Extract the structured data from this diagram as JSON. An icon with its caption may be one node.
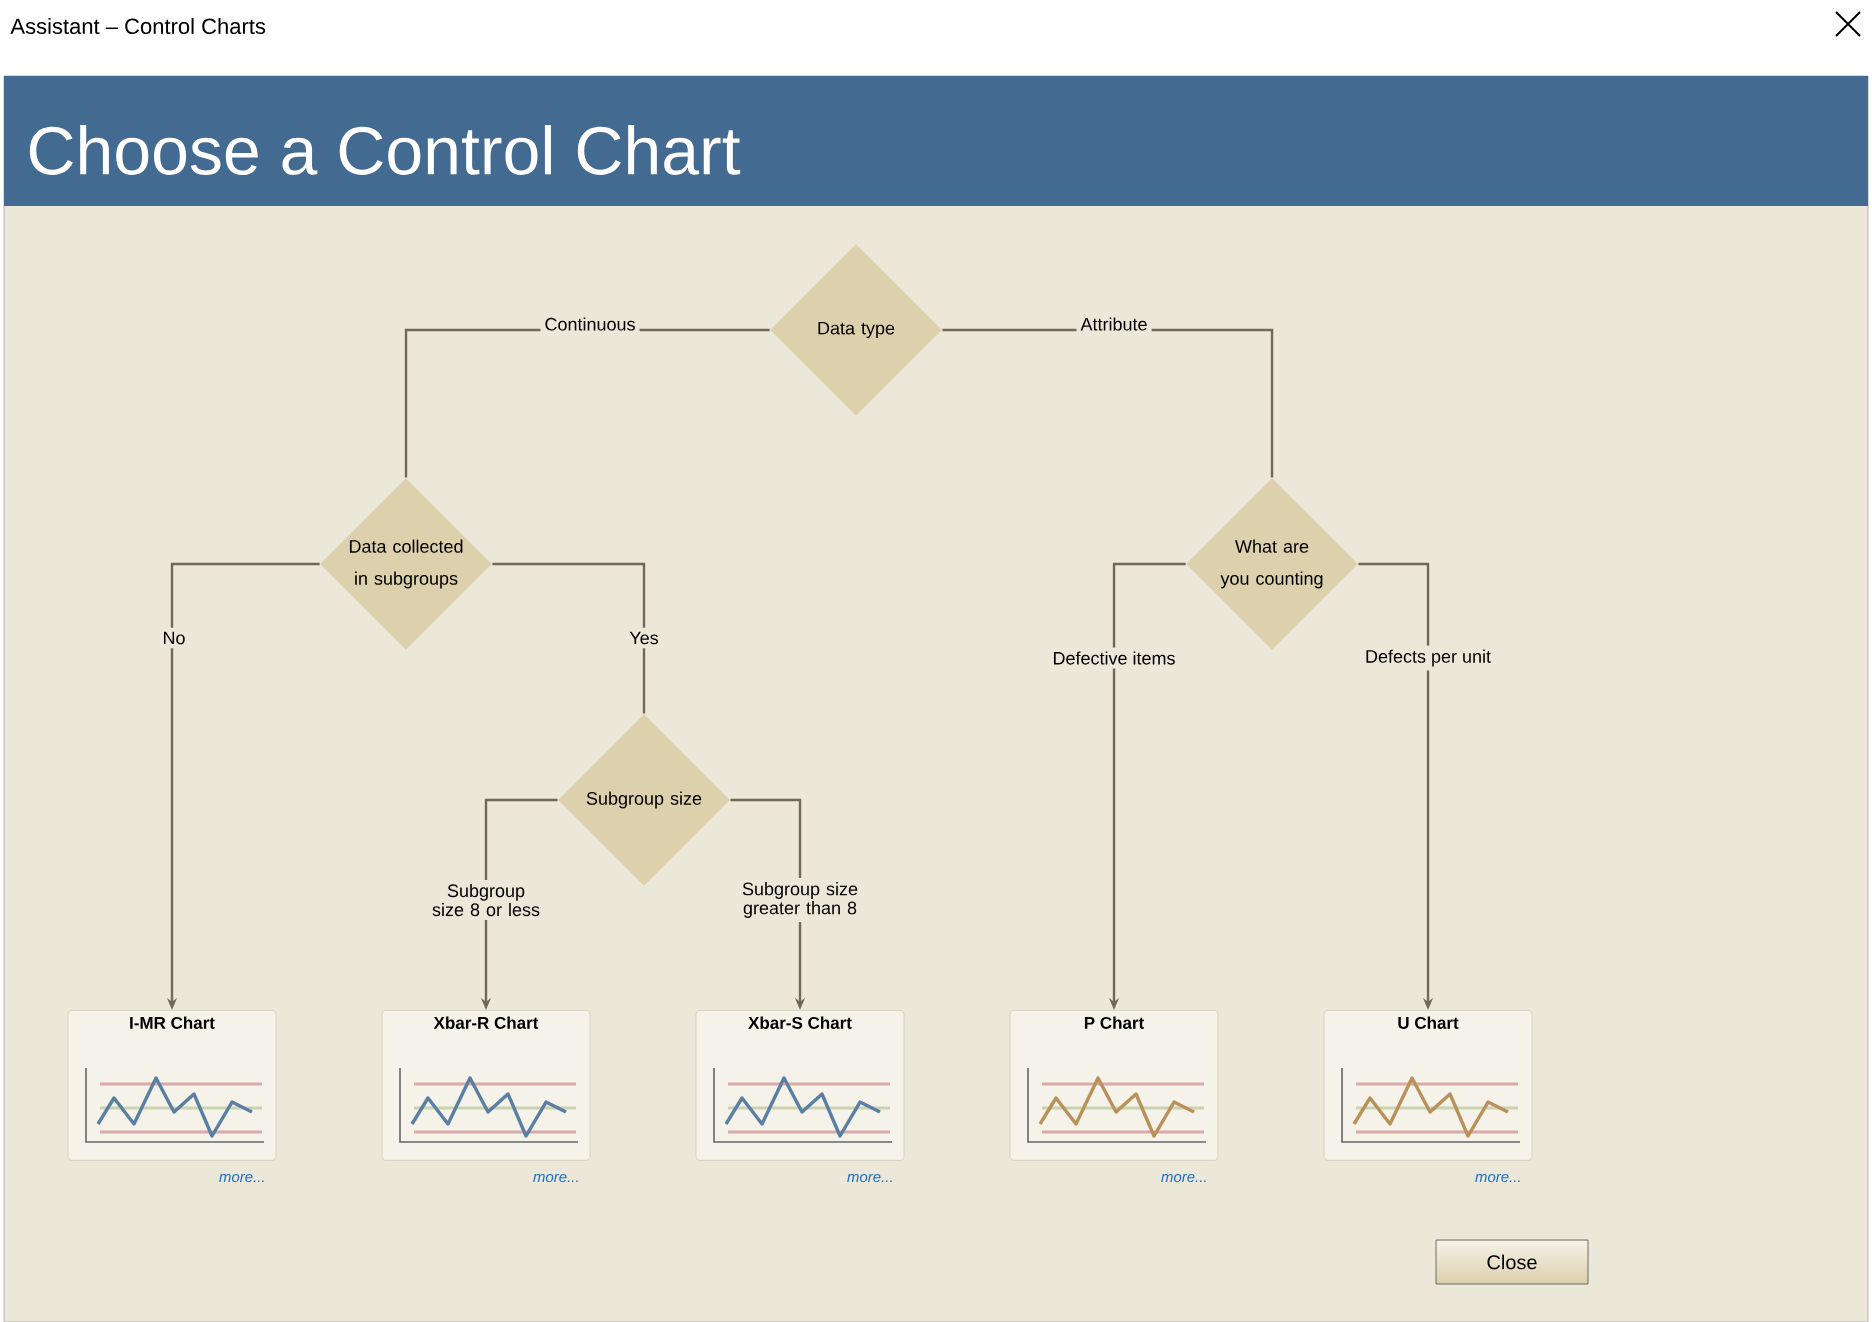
{
  "diagram": {
    "title": "Choose a Control Chart",
    "nodes": [
      {
        "text": [
          "Data type"
        ]
      },
      {
        "text": [
          "Data collected in subgroups"
        ]
      },
      {
        "text": [
          "What are you counting"
        ]
      },
      {
        "text": [
          "Subgroup size"
        ]
      },
      {
        "text": [
          "I-MR Chart"
        ],
        "beside": [
          "more..."
        ]
      },
      {
        "text": [
          "Xbar-R Chart"
        ],
        "beside": [
          "more..."
        ]
      },
      {
        "text": [
          "Xbar-S Chart"
        ],
        "beside": [
          "more..."
        ]
      },
      {
        "text": [
          "P Chart"
        ],
        "beside": [
          "more..."
        ]
      },
      {
        "text": [
          "U Chart"
        ],
        "beside": [
          "more..."
        ]
      }
    ],
    "edges": [
      {
        "from": 0,
        "to": 1,
        "arrow": "none",
        "label": "Continuous"
      },
      {
        "from": 0,
        "to": 2,
        "arrow": "none",
        "label": "Attribute"
      },
      {
        "from": 1,
        "to": 4,
        "arrow": "to",
        "label": "No"
      },
      {
        "from": 1,
        "to": 3,
        "arrow": "none",
        "label": "Yes"
      },
      {
        "from": 3,
        "to": 5,
        "arrow": "to",
        "label": "Subgroup size 8 or less"
      },
      {
        "from": 3,
        "to": 6,
        "arrow": "to",
        "label": "Subgroup size greater than 8"
      },
      {
        "from": 2,
        "to": 7,
        "arrow": "to",
        "label": "Defective items"
      },
      {
        "from": 2,
        "to": 8,
        "arrow": "to",
        "label": "Defects per unit"
      }
    ],
    "labels": [
      "Assistant – Control Charts",
      "Close"
    ]
  }
}
